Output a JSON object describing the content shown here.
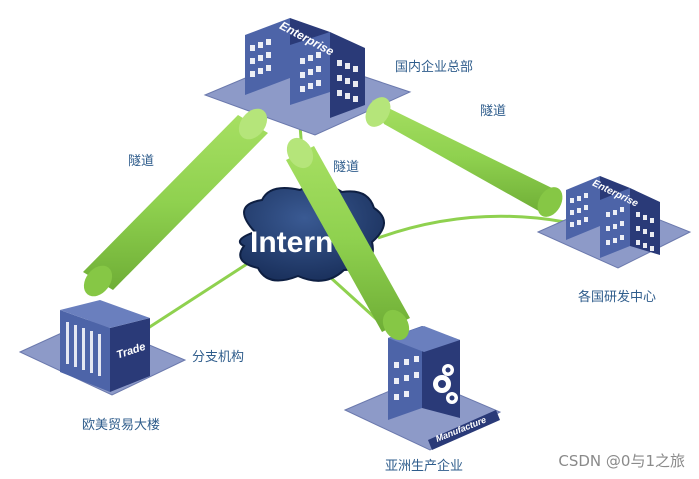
{
  "internet": {
    "label": "Internet"
  },
  "nodes": {
    "hq": {
      "label": "国内企业总部",
      "sign": "Enterprise"
    },
    "rnd": {
      "label": "各国研发中心",
      "sign": "Enterprise"
    },
    "trade": {
      "label": "欧美贸易大楼",
      "sign": "Trade"
    },
    "factory": {
      "label": "亚洲生产企业",
      "sign": "Manufacture"
    }
  },
  "tunnels": {
    "left": "隧道",
    "middle": "隧道",
    "right": "隧道"
  },
  "links": {
    "branch_label": "分支机构"
  },
  "colors": {
    "tunnel": "#92d050",
    "link": "#8fd14f",
    "cloud": "#1f3a6a",
    "platform": "#8d9ac8",
    "building_dark": "#2a3a78",
    "building_light": "#4d64a8"
  },
  "watermark": "CSDN @0与1之旅"
}
